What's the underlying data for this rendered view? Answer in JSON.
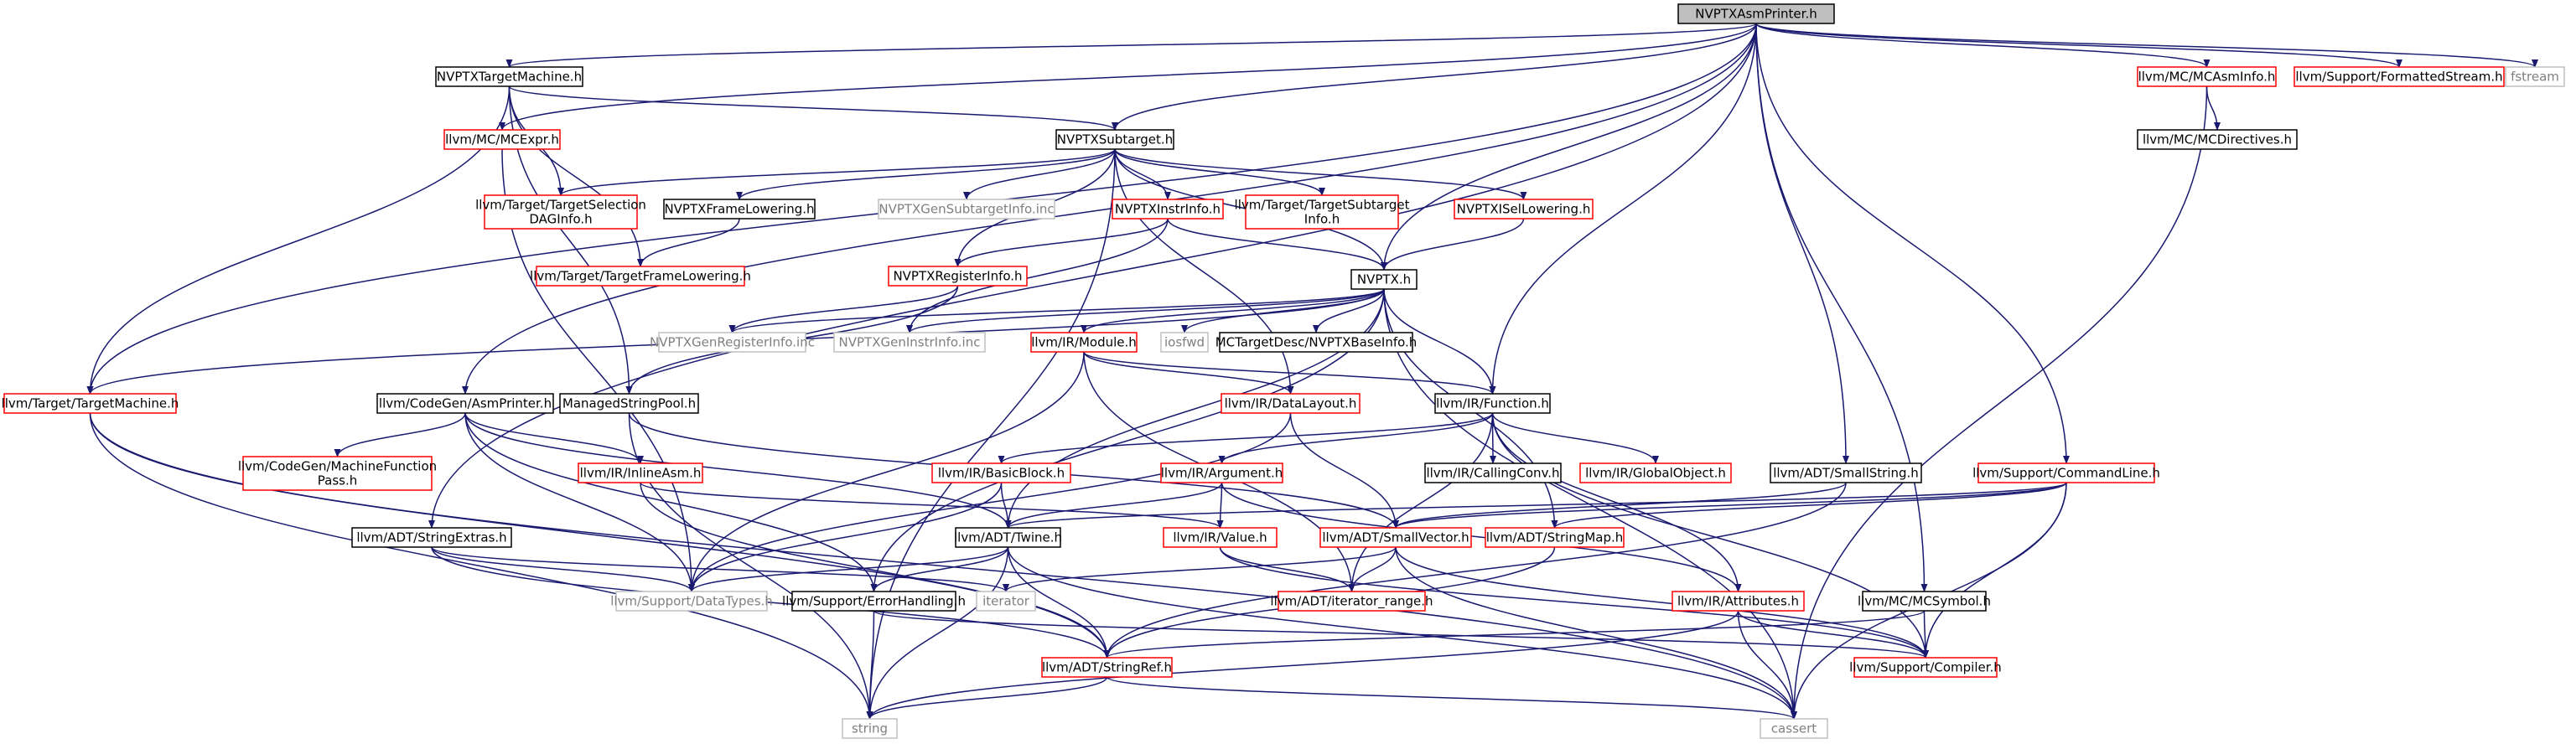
{
  "colors": {
    "edge": "#191970",
    "text": "#000000",
    "red_border": "#ff0000",
    "black_border": "#000000",
    "gray_border": "#bfbfbf",
    "gray_text": "#7f7f7f",
    "root_fill": "#bfbfbf"
  },
  "nodes": [
    {
      "id": "root",
      "lines": [
        "NVPTXAsmPrinter.h"
      ],
      "style": "root"
    },
    {
      "id": "tm_local",
      "lines": [
        "NVPTXTargetMachine.h"
      ],
      "style": "black"
    },
    {
      "id": "mcasminfo",
      "lines": [
        "llvm/MC/MCAsmInfo.h"
      ],
      "style": "red"
    },
    {
      "id": "fmtstream",
      "lines": [
        "llvm/Support/FormattedStream.h"
      ],
      "style": "red"
    },
    {
      "id": "fstream",
      "lines": [
        "fstream"
      ],
      "style": "gray"
    },
    {
      "id": "mcexpr",
      "lines": [
        "llvm/MC/MCExpr.h"
      ],
      "style": "red"
    },
    {
      "id": "subtarget",
      "lines": [
        "NVPTXSubtarget.h"
      ],
      "style": "black"
    },
    {
      "id": "mcdirectives",
      "lines": [
        "llvm/MC/MCDirectives.h"
      ],
      "style": "black"
    },
    {
      "id": "tsdag",
      "lines": [
        "llvm/Target/TargetSelection",
        "DAGInfo.h"
      ],
      "style": "red"
    },
    {
      "id": "framelow",
      "lines": [
        "NVPTXFrameLowering.h"
      ],
      "style": "black"
    },
    {
      "id": "gensub",
      "lines": [
        "NVPTXGenSubtargetInfo.inc"
      ],
      "style": "gray"
    },
    {
      "id": "instrinfo",
      "lines": [
        "NVPTXInstrInfo.h"
      ],
      "style": "red"
    },
    {
      "id": "tsubinfo",
      "lines": [
        "llvm/Target/TargetSubtarget",
        "Info.h"
      ],
      "style": "red"
    },
    {
      "id": "isellow",
      "lines": [
        "NVPTXISelLowering.h"
      ],
      "style": "red"
    },
    {
      "id": "tframelow",
      "lines": [
        "llvm/Target/TargetFrameLowering.h"
      ],
      "style": "red"
    },
    {
      "id": "reginfo",
      "lines": [
        "NVPTXRegisterInfo.h"
      ],
      "style": "red"
    },
    {
      "id": "nvptx",
      "lines": [
        "NVPTX.h"
      ],
      "style": "black"
    },
    {
      "id": "genreg",
      "lines": [
        "NVPTXGenRegisterInfo.inc"
      ],
      "style": "gray"
    },
    {
      "id": "geninstr",
      "lines": [
        "NVPTXGenInstrInfo.inc"
      ],
      "style": "gray"
    },
    {
      "id": "irmodule",
      "lines": [
        "llvm/IR/Module.h"
      ],
      "style": "red"
    },
    {
      "id": "iosfwd",
      "lines": [
        "iosfwd"
      ],
      "style": "gray"
    },
    {
      "id": "baseinfo",
      "lines": [
        "MCTargetDesc/NVPTXBaseInfo.h"
      ],
      "style": "black"
    },
    {
      "id": "targetmachine",
      "lines": [
        "llvm/Target/TargetMachine.h"
      ],
      "style": "red"
    },
    {
      "id": "asmprinter",
      "lines": [
        "llvm/CodeGen/AsmPrinter.h"
      ],
      "style": "black"
    },
    {
      "id": "msp",
      "lines": [
        "ManagedStringPool.h"
      ],
      "style": "black"
    },
    {
      "id": "datalayout",
      "lines": [
        "llvm/IR/DataLayout.h"
      ],
      "style": "red"
    },
    {
      "id": "function",
      "lines": [
        "llvm/IR/Function.h"
      ],
      "style": "black"
    },
    {
      "id": "mfpass",
      "lines": [
        "llvm/CodeGen/MachineFunction",
        "Pass.h"
      ],
      "style": "red"
    },
    {
      "id": "inlineasm",
      "lines": [
        "llvm/IR/InlineAsm.h"
      ],
      "style": "red"
    },
    {
      "id": "basicblock",
      "lines": [
        "llvm/IR/BasicBlock.h"
      ],
      "style": "red"
    },
    {
      "id": "argument",
      "lines": [
        "llvm/IR/Argument.h"
      ],
      "style": "red"
    },
    {
      "id": "callingconv",
      "lines": [
        "llvm/IR/CallingConv.h"
      ],
      "style": "black"
    },
    {
      "id": "globalobj",
      "lines": [
        "llvm/IR/GlobalObject.h"
      ],
      "style": "red"
    },
    {
      "id": "smallstring",
      "lines": [
        "llvm/ADT/SmallString.h"
      ],
      "style": "black"
    },
    {
      "id": "cmdline",
      "lines": [
        "llvm/Support/CommandLine.h"
      ],
      "style": "red"
    },
    {
      "id": "twine",
      "lines": [
        "llvm/ADT/Twine.h"
      ],
      "style": "black"
    },
    {
      "id": "value",
      "lines": [
        "llvm/IR/Value.h"
      ],
      "style": "red"
    },
    {
      "id": "smallvector",
      "lines": [
        "llvm/ADT/SmallVector.h"
      ],
      "style": "red"
    },
    {
      "id": "stringmap",
      "lines": [
        "llvm/ADT/StringMap.h"
      ],
      "style": "red"
    },
    {
      "id": "strextras",
      "lines": [
        "llvm/ADT/StringExtras.h"
      ],
      "style": "black"
    },
    {
      "id": "datatypes",
      "lines": [
        "llvm/Support/DataTypes.h"
      ],
      "style": "gray"
    },
    {
      "id": "iterator",
      "lines": [
        "iterator"
      ],
      "style": "gray"
    },
    {
      "id": "errhandling",
      "lines": [
        "llvm/Support/ErrorHandling.h"
      ],
      "style": "black"
    },
    {
      "id": "iterrange",
      "lines": [
        "llvm/ADT/iterator_range.h"
      ],
      "style": "red"
    },
    {
      "id": "attributes",
      "lines": [
        "llvm/IR/Attributes.h"
      ],
      "style": "red"
    },
    {
      "id": "mcsymbol",
      "lines": [
        "llvm/MC/MCSymbol.h"
      ],
      "style": "black"
    },
    {
      "id": "stringref",
      "lines": [
        "llvm/ADT/StringRef.h"
      ],
      "style": "red"
    },
    {
      "id": "compiler",
      "lines": [
        "llvm/Support/Compiler.h"
      ],
      "style": "red"
    },
    {
      "id": "string",
      "lines": [
        "string"
      ],
      "style": "gray"
    },
    {
      "id": "cassert",
      "lines": [
        "cassert"
      ],
      "style": "gray"
    }
  ],
  "edges": [
    [
      "root",
      "tm_local"
    ],
    [
      "root",
      "mcexpr"
    ],
    [
      "root",
      "subtarget"
    ],
    [
      "root",
      "targetmachine"
    ],
    [
      "root",
      "asmprinter"
    ],
    [
      "root",
      "strextras"
    ],
    [
      "root",
      "nvptx"
    ],
    [
      "root",
      "function"
    ],
    [
      "root",
      "smallstring"
    ],
    [
      "root",
      "cmdline"
    ],
    [
      "root",
      "mcsymbol"
    ],
    [
      "root",
      "mcasminfo"
    ],
    [
      "root",
      "fmtstream"
    ],
    [
      "root",
      "fstream"
    ],
    [
      "tm_local",
      "subtarget"
    ],
    [
      "tm_local",
      "tsdag"
    ],
    [
      "tm_local",
      "tframelow"
    ],
    [
      "tm_local",
      "msp"
    ],
    [
      "tm_local",
      "targetmachine"
    ],
    [
      "mcexpr",
      "datatypes"
    ],
    [
      "subtarget",
      "tsdag"
    ],
    [
      "subtarget",
      "framelow"
    ],
    [
      "subtarget",
      "gensub"
    ],
    [
      "subtarget",
      "instrinfo"
    ],
    [
      "subtarget",
      "tsubinfo"
    ],
    [
      "subtarget",
      "isellow"
    ],
    [
      "subtarget",
      "reginfo"
    ],
    [
      "subtarget",
      "nvptx"
    ],
    [
      "subtarget",
      "string"
    ],
    [
      "subtarget",
      "datalayout"
    ],
    [
      "mcasminfo",
      "mcdirectives"
    ],
    [
      "mcasminfo",
      "cassert"
    ],
    [
      "framelow",
      "tframelow"
    ],
    [
      "instrinfo",
      "reginfo"
    ],
    [
      "instrinfo",
      "nvptx"
    ],
    [
      "instrinfo",
      "geninstr"
    ],
    [
      "isellow",
      "nvptx"
    ],
    [
      "reginfo",
      "genreg"
    ],
    [
      "reginfo",
      "msp"
    ],
    [
      "nvptx",
      "genreg"
    ],
    [
      "nvptx",
      "geninstr"
    ],
    [
      "nvptx",
      "irmodule"
    ],
    [
      "nvptx",
      "iosfwd"
    ],
    [
      "nvptx",
      "baseinfo"
    ],
    [
      "nvptx",
      "targetmachine"
    ],
    [
      "nvptx",
      "function"
    ],
    [
      "nvptx",
      "errhandling"
    ],
    [
      "nvptx",
      "stringmap"
    ],
    [
      "nvptx",
      "twine"
    ],
    [
      "nvptx",
      "cassert"
    ],
    [
      "irmodule",
      "datalayout"
    ],
    [
      "irmodule",
      "function"
    ],
    [
      "irmodule",
      "datatypes"
    ],
    [
      "irmodule",
      "iterrange"
    ],
    [
      "targetmachine",
      "stringref"
    ],
    [
      "targetmachine",
      "string"
    ],
    [
      "targetmachine",
      "cassert"
    ],
    [
      "asmprinter",
      "mfpass"
    ],
    [
      "asmprinter",
      "inlineasm"
    ],
    [
      "asmprinter",
      "datatypes"
    ],
    [
      "asmprinter",
      "twine"
    ],
    [
      "asmprinter",
      "errhandling"
    ],
    [
      "msp",
      "smallvector"
    ],
    [
      "msp",
      "string"
    ],
    [
      "datalayout",
      "smallvector"
    ],
    [
      "datalayout",
      "datatypes"
    ],
    [
      "function",
      "basicblock"
    ],
    [
      "function",
      "argument"
    ],
    [
      "function",
      "callingconv"
    ],
    [
      "function",
      "globalobj"
    ],
    [
      "function",
      "attributes"
    ],
    [
      "function",
      "iterrange"
    ],
    [
      "function",
      "compiler"
    ],
    [
      "inlineasm",
      "value"
    ],
    [
      "inlineasm",
      "stringref"
    ],
    [
      "basicblock",
      "twine"
    ],
    [
      "basicblock",
      "datatypes"
    ],
    [
      "argument",
      "twine"
    ],
    [
      "argument",
      "value"
    ],
    [
      "argument",
      "attributes"
    ],
    [
      "smallstring",
      "smallvector"
    ],
    [
      "smallstring",
      "stringref"
    ],
    [
      "cmdline",
      "twine"
    ],
    [
      "cmdline",
      "smallvector"
    ],
    [
      "cmdline",
      "stringmap"
    ],
    [
      "cmdline",
      "compiler"
    ],
    [
      "cmdline",
      "cassert"
    ],
    [
      "twine",
      "datatypes"
    ],
    [
      "twine",
      "errhandling"
    ],
    [
      "twine",
      "stringref"
    ],
    [
      "twine",
      "string"
    ],
    [
      "twine",
      "cassert"
    ],
    [
      "value",
      "iterrange"
    ],
    [
      "value",
      "compiler"
    ],
    [
      "smallvector",
      "iterator"
    ],
    [
      "smallvector",
      "iterrange"
    ],
    [
      "smallvector",
      "cassert"
    ],
    [
      "smallvector",
      "compiler"
    ],
    [
      "stringmap",
      "stringref"
    ],
    [
      "strextras",
      "datatypes"
    ],
    [
      "strextras",
      "iterator"
    ],
    [
      "strextras",
      "stringref"
    ],
    [
      "errhandling",
      "compiler"
    ],
    [
      "errhandling",
      "string"
    ],
    [
      "attributes",
      "compiler"
    ],
    [
      "attributes",
      "cassert"
    ],
    [
      "attributes",
      "string"
    ],
    [
      "mcsymbol",
      "stringref"
    ],
    [
      "mcsymbol",
      "compiler"
    ],
    [
      "stringref",
      "string"
    ],
    [
      "stringref",
      "cassert"
    ]
  ]
}
